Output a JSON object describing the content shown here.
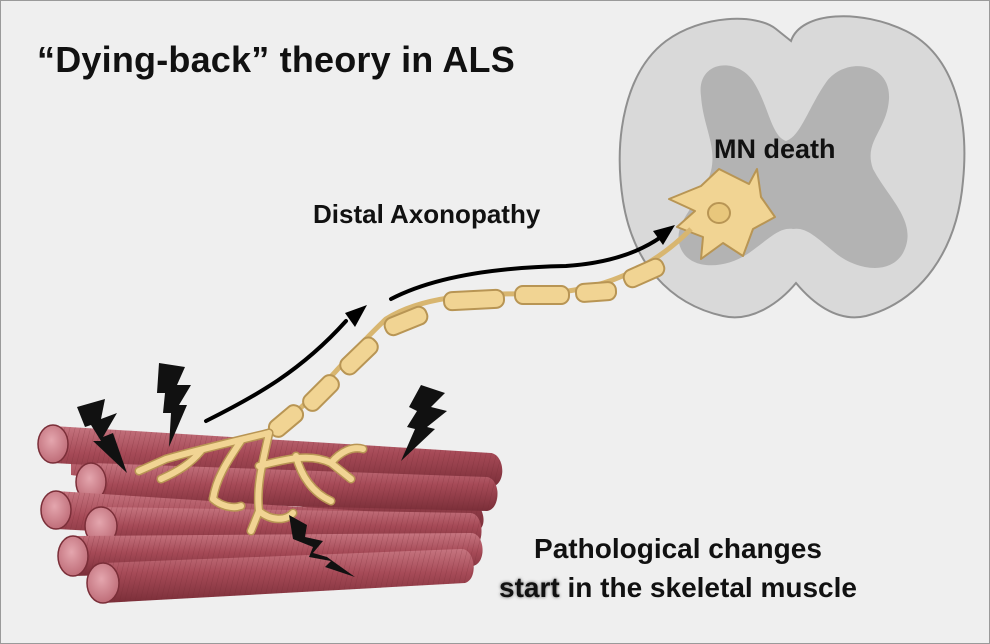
{
  "title": "“Dying-back” theory in ALS",
  "labels": {
    "mn_death": "MN death",
    "distal_axonopathy": "Distal Axonopathy"
  },
  "caption": {
    "line1": "Pathological changes",
    "line2_emphasis": "start",
    "line2_rest": " in the skeletal muscle"
  },
  "icons": [
    "spinal-cord-icon",
    "motor-neuron-icon",
    "myelinated-axon-icon",
    "muscle-fiber-icon",
    "lightning-bolt-icon",
    "retrograde-arrow-icon"
  ],
  "colors": {
    "background": "#efefef",
    "spinal_white_matter": "#d9d9d9",
    "spinal_grey_matter": "#b3b3b3",
    "neuron": "#f1d493",
    "neuron_outline": "#b89554",
    "muscle": "#a8505c",
    "muscle_dark": "#7a2e38",
    "bolt": "#111111"
  }
}
